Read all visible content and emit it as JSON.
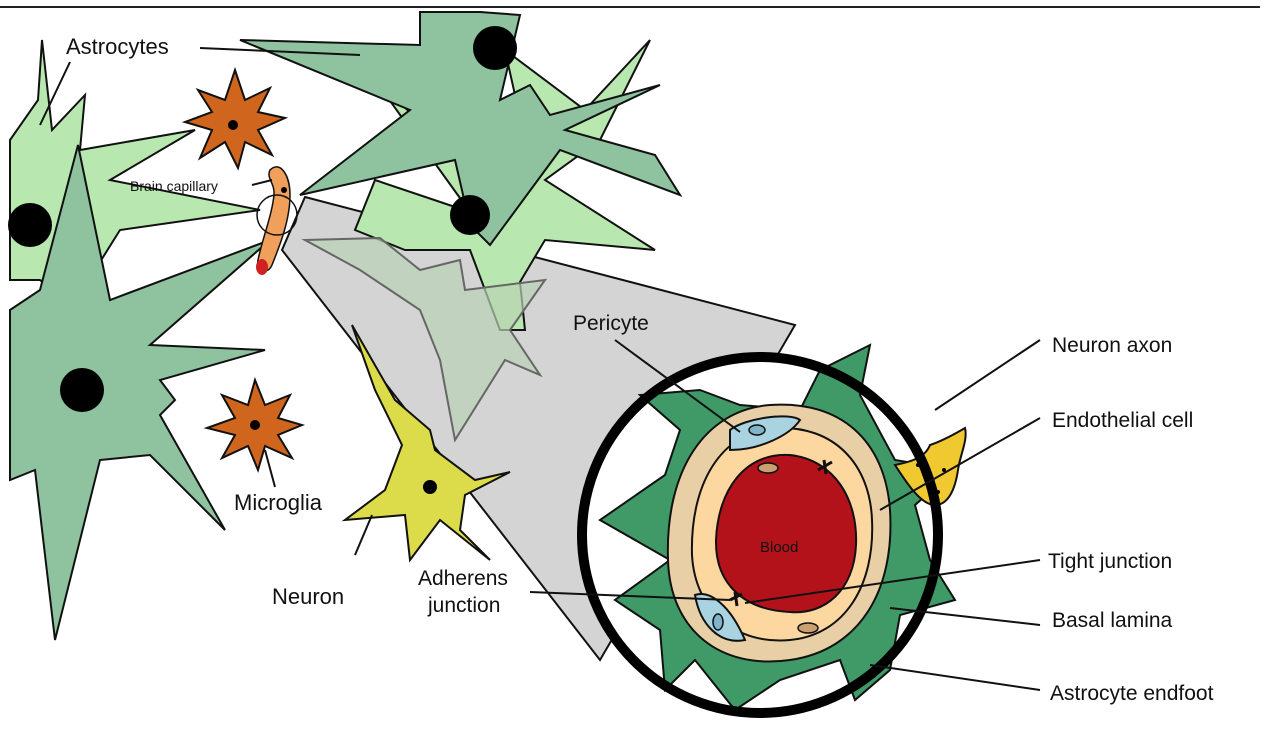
{
  "diagram": {
    "labels": {
      "astrocytes": "Astrocytes",
      "brain_capillary": "Brain capillary",
      "microglia": "Microglia",
      "neuron": "Neuron",
      "pericyte": "Pericyte",
      "adherens_junction_line1": "Adherens",
      "adherens_junction_line2": "junction",
      "blood": "Blood",
      "neuron_axon": "Neuron axon",
      "endothelial_cell": "Endothelial cell",
      "tight_junction": "Tight junction",
      "basal_lamina": "Basal lamina",
      "astrocyte_endfoot": "Astrocyte endfoot"
    },
    "colors": {
      "astrocyte_light": "#b8e8b0",
      "astrocyte_dark": "#8fc29e",
      "endfoot_green": "#3f9a68",
      "microglia": "#d0661e",
      "neuron": "#dcdc4a",
      "capillary": "#f0a05a",
      "basal_lamina": "#e9cfa5",
      "endothelium": "#fcd7a0",
      "blood": "#b3121b",
      "pericyte": "#a9d3e0",
      "axon": "#f0c830",
      "zoom_cone": "#d4d4d4"
    }
  }
}
